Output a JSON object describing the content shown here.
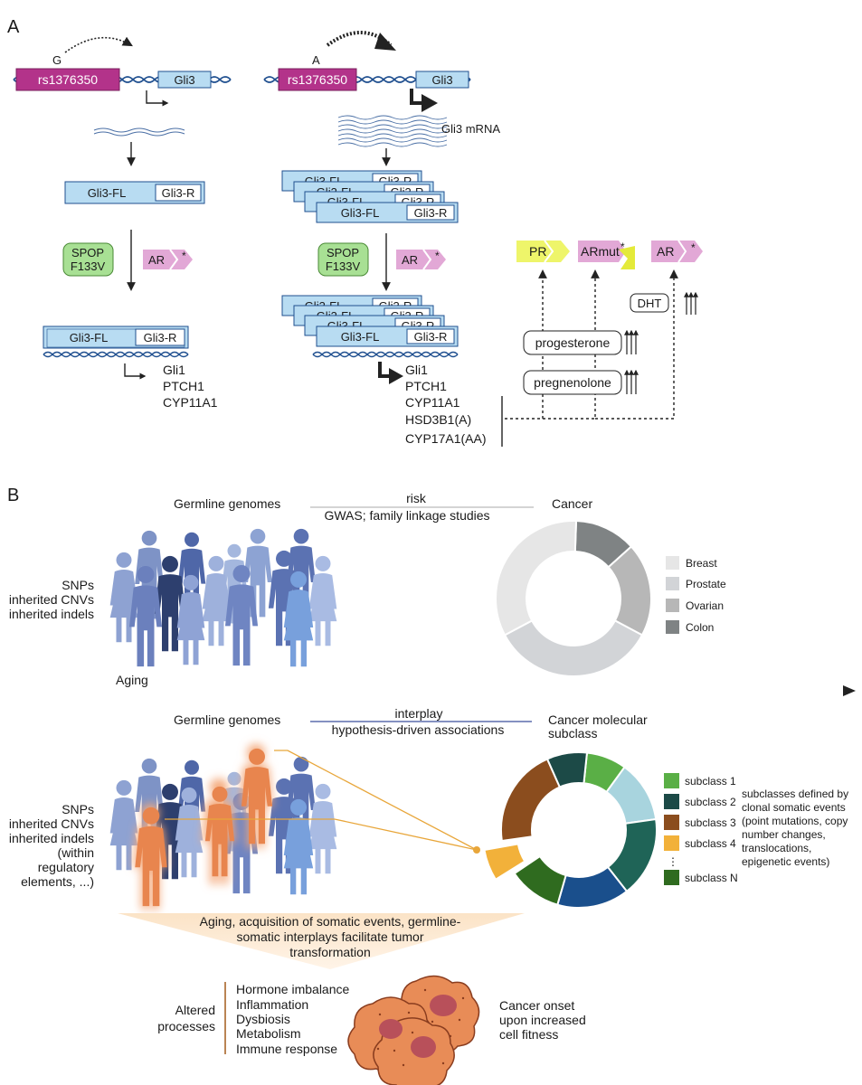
{
  "panel_a": {
    "label": "A",
    "left": {
      "allele": "G",
      "snp": "rs1376350",
      "gene": "Gli3",
      "protein_fl": "Gli3-FL",
      "protein_r": "Gli3-R",
      "spop_line1": "SPOP",
      "spop_line2": "F133V",
      "ar": "AR",
      "ar_star": "*",
      "targets": [
        "Gli1",
        "PTCH1",
        "CYP11A1"
      ]
    },
    "right": {
      "allele": "A",
      "snp": "rs1376350",
      "gene": "Gli3",
      "mrna": "Gli3 mRNA",
      "protein_fl": "Gli3-FL",
      "protein_fl_partial": "Gli3-FL",
      "protein_r": "Gli3-R",
      "spop_line1": "SPOP",
      "spop_line2": "F133V",
      "ar": "AR",
      "ar_star": "*",
      "targets": [
        "Gli1",
        "PTCH1",
        "CYP11A1",
        "HSD3B1(A)",
        "CYP17A1(AA)"
      ]
    },
    "receptors": {
      "pr": "PR",
      "armut": "ARmut",
      "armut_star": "*",
      "ar": "AR",
      "ar_star": "*"
    },
    "ligands": {
      "dht": "DHT",
      "progesterone": "progesterone",
      "pregnenolone": "pregnenolone"
    }
  },
  "panel_b": {
    "label": "B",
    "top": {
      "germline_title": "Germline genomes",
      "link_top": "risk",
      "link_bottom": "GWAS; family linkage studies",
      "cancer_title": "Cancer",
      "variants": [
        "SNPs",
        "inherited CNVs",
        "inherited indels"
      ],
      "legend": [
        {
          "label": "Breast",
          "color": "#e6e6e6"
        },
        {
          "label": "Prostate",
          "color": "#d2d4d7"
        },
        {
          "label": "Ovarian",
          "color": "#b7b7b7"
        },
        {
          "label": "Colon",
          "color": "#7f8384"
        }
      ]
    },
    "aging_label": "Aging",
    "bottom": {
      "germline_title": "Germline genomes",
      "link_top": "interplay",
      "link_bottom": "hypothesis-driven associations",
      "cancer_title_line1": "Cancer molecular",
      "cancer_title_line2": "subclass",
      "variants": [
        "SNPs",
        "inherited CNVs",
        "inherited indels",
        "(within",
        "regulatory",
        "elements, ...)"
      ],
      "legend": [
        {
          "label": "subclass 1",
          "color": "#5aaf46"
        },
        {
          "label": "subclass 2",
          "color": "#1c4a47"
        },
        {
          "label": "subclass 3",
          "color": "#8b4d1e"
        },
        {
          "label": "subclass 4",
          "color": "#f2b13a"
        },
        {
          "label": "subclass N",
          "color": "#2f6b1f"
        }
      ],
      "legend_dots": "⋮",
      "note": [
        "subclasses defined by",
        "clonal somatic events",
        "(point mutations, copy",
        "number changes,",
        "translocations,",
        "epigenetic events)"
      ],
      "banner": [
        "Aging, acquisition of somatic events, germline-",
        "somatic interplays facilitate tumor",
        "transformation"
      ],
      "altered_label": [
        "Altered",
        "processes"
      ],
      "processes": [
        "Hormone imbalance",
        "Inflammation",
        "Dysbiosis",
        "Metabolism",
        "Immune response"
      ],
      "onset": [
        "Cancer onset",
        "upon increased",
        "cell fitness"
      ]
    }
  }
}
